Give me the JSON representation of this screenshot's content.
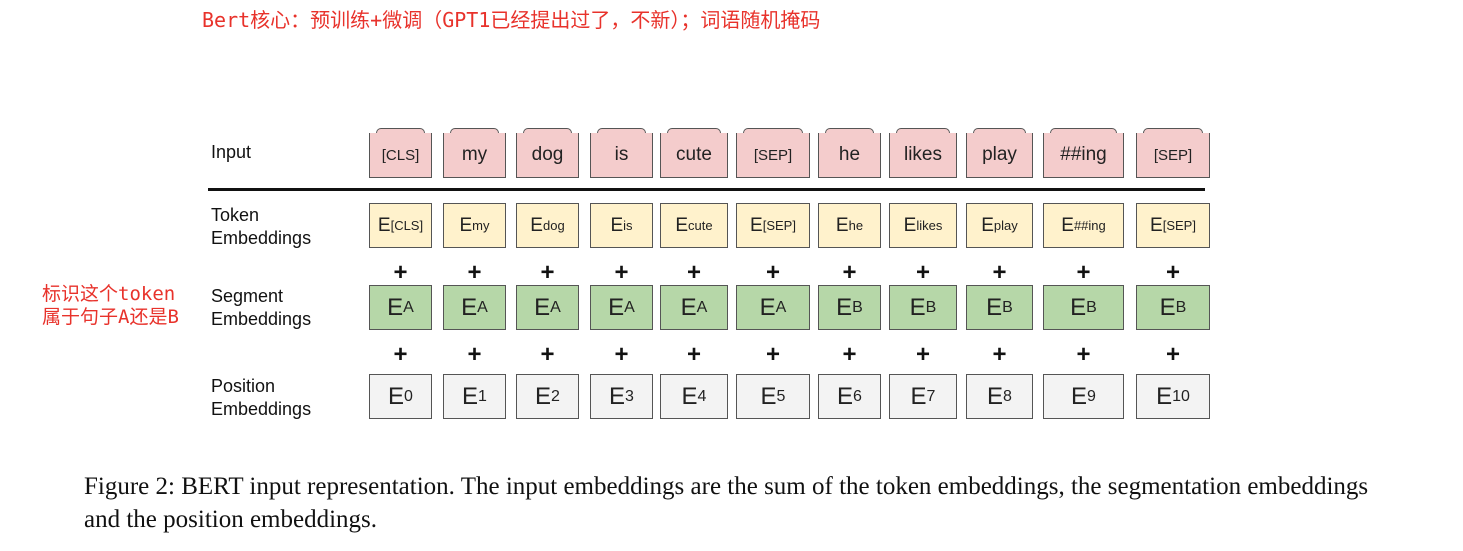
{
  "notes": {
    "top": "Bert核心：预训练+微调（GPT1已经提出过了，不新）；词语随机掩码",
    "left_line1": "标识这个token",
    "left_line2": "属于句子A还是B"
  },
  "labels": {
    "input": "Input",
    "token_1": "Token",
    "token_2": "Embeddings",
    "segment_1": "Segment",
    "segment_2": "Embeddings",
    "position_1": "Position",
    "position_2": "Embeddings"
  },
  "plus_symbol": "+",
  "columns": [
    {
      "input": "[CLS]",
      "token_sub": "[CLS]",
      "segment_sub": "A",
      "position_sub": "0"
    },
    {
      "input": "my",
      "token_sub": "my",
      "segment_sub": "A",
      "position_sub": "1"
    },
    {
      "input": "dog",
      "token_sub": "dog",
      "segment_sub": "A",
      "position_sub": "2"
    },
    {
      "input": "is",
      "token_sub": "is",
      "segment_sub": "A",
      "position_sub": "3"
    },
    {
      "input": "cute",
      "token_sub": "cute",
      "segment_sub": "A",
      "position_sub": "4"
    },
    {
      "input": "[SEP]",
      "token_sub": "[SEP]",
      "segment_sub": "A",
      "position_sub": "5"
    },
    {
      "input": "he",
      "token_sub": "he",
      "segment_sub": "B",
      "position_sub": "6"
    },
    {
      "input": "likes",
      "token_sub": "likes",
      "segment_sub": "B",
      "position_sub": "7"
    },
    {
      "input": "play",
      "token_sub": "play",
      "segment_sub": "B",
      "position_sub": "8"
    },
    {
      "input": "##ing",
      "token_sub": "##ing",
      "segment_sub": "B",
      "position_sub": "9"
    },
    {
      "input": "[SEP]",
      "token_sub": "[SEP]",
      "segment_sub": "B",
      "position_sub": "10"
    }
  ],
  "embedding_letter": "E",
  "caption": "Figure 2: BERT input representation. The input embeddings are the sum of the token embeddings, the segmentation embeddings and the position embeddings.",
  "colors": {
    "input_fill": "#f4cccc",
    "token_fill": "#fff2cc",
    "segment_fill": "#b6d7a8",
    "position_fill": "#f3f3f3",
    "annotation": "#e8322b"
  }
}
